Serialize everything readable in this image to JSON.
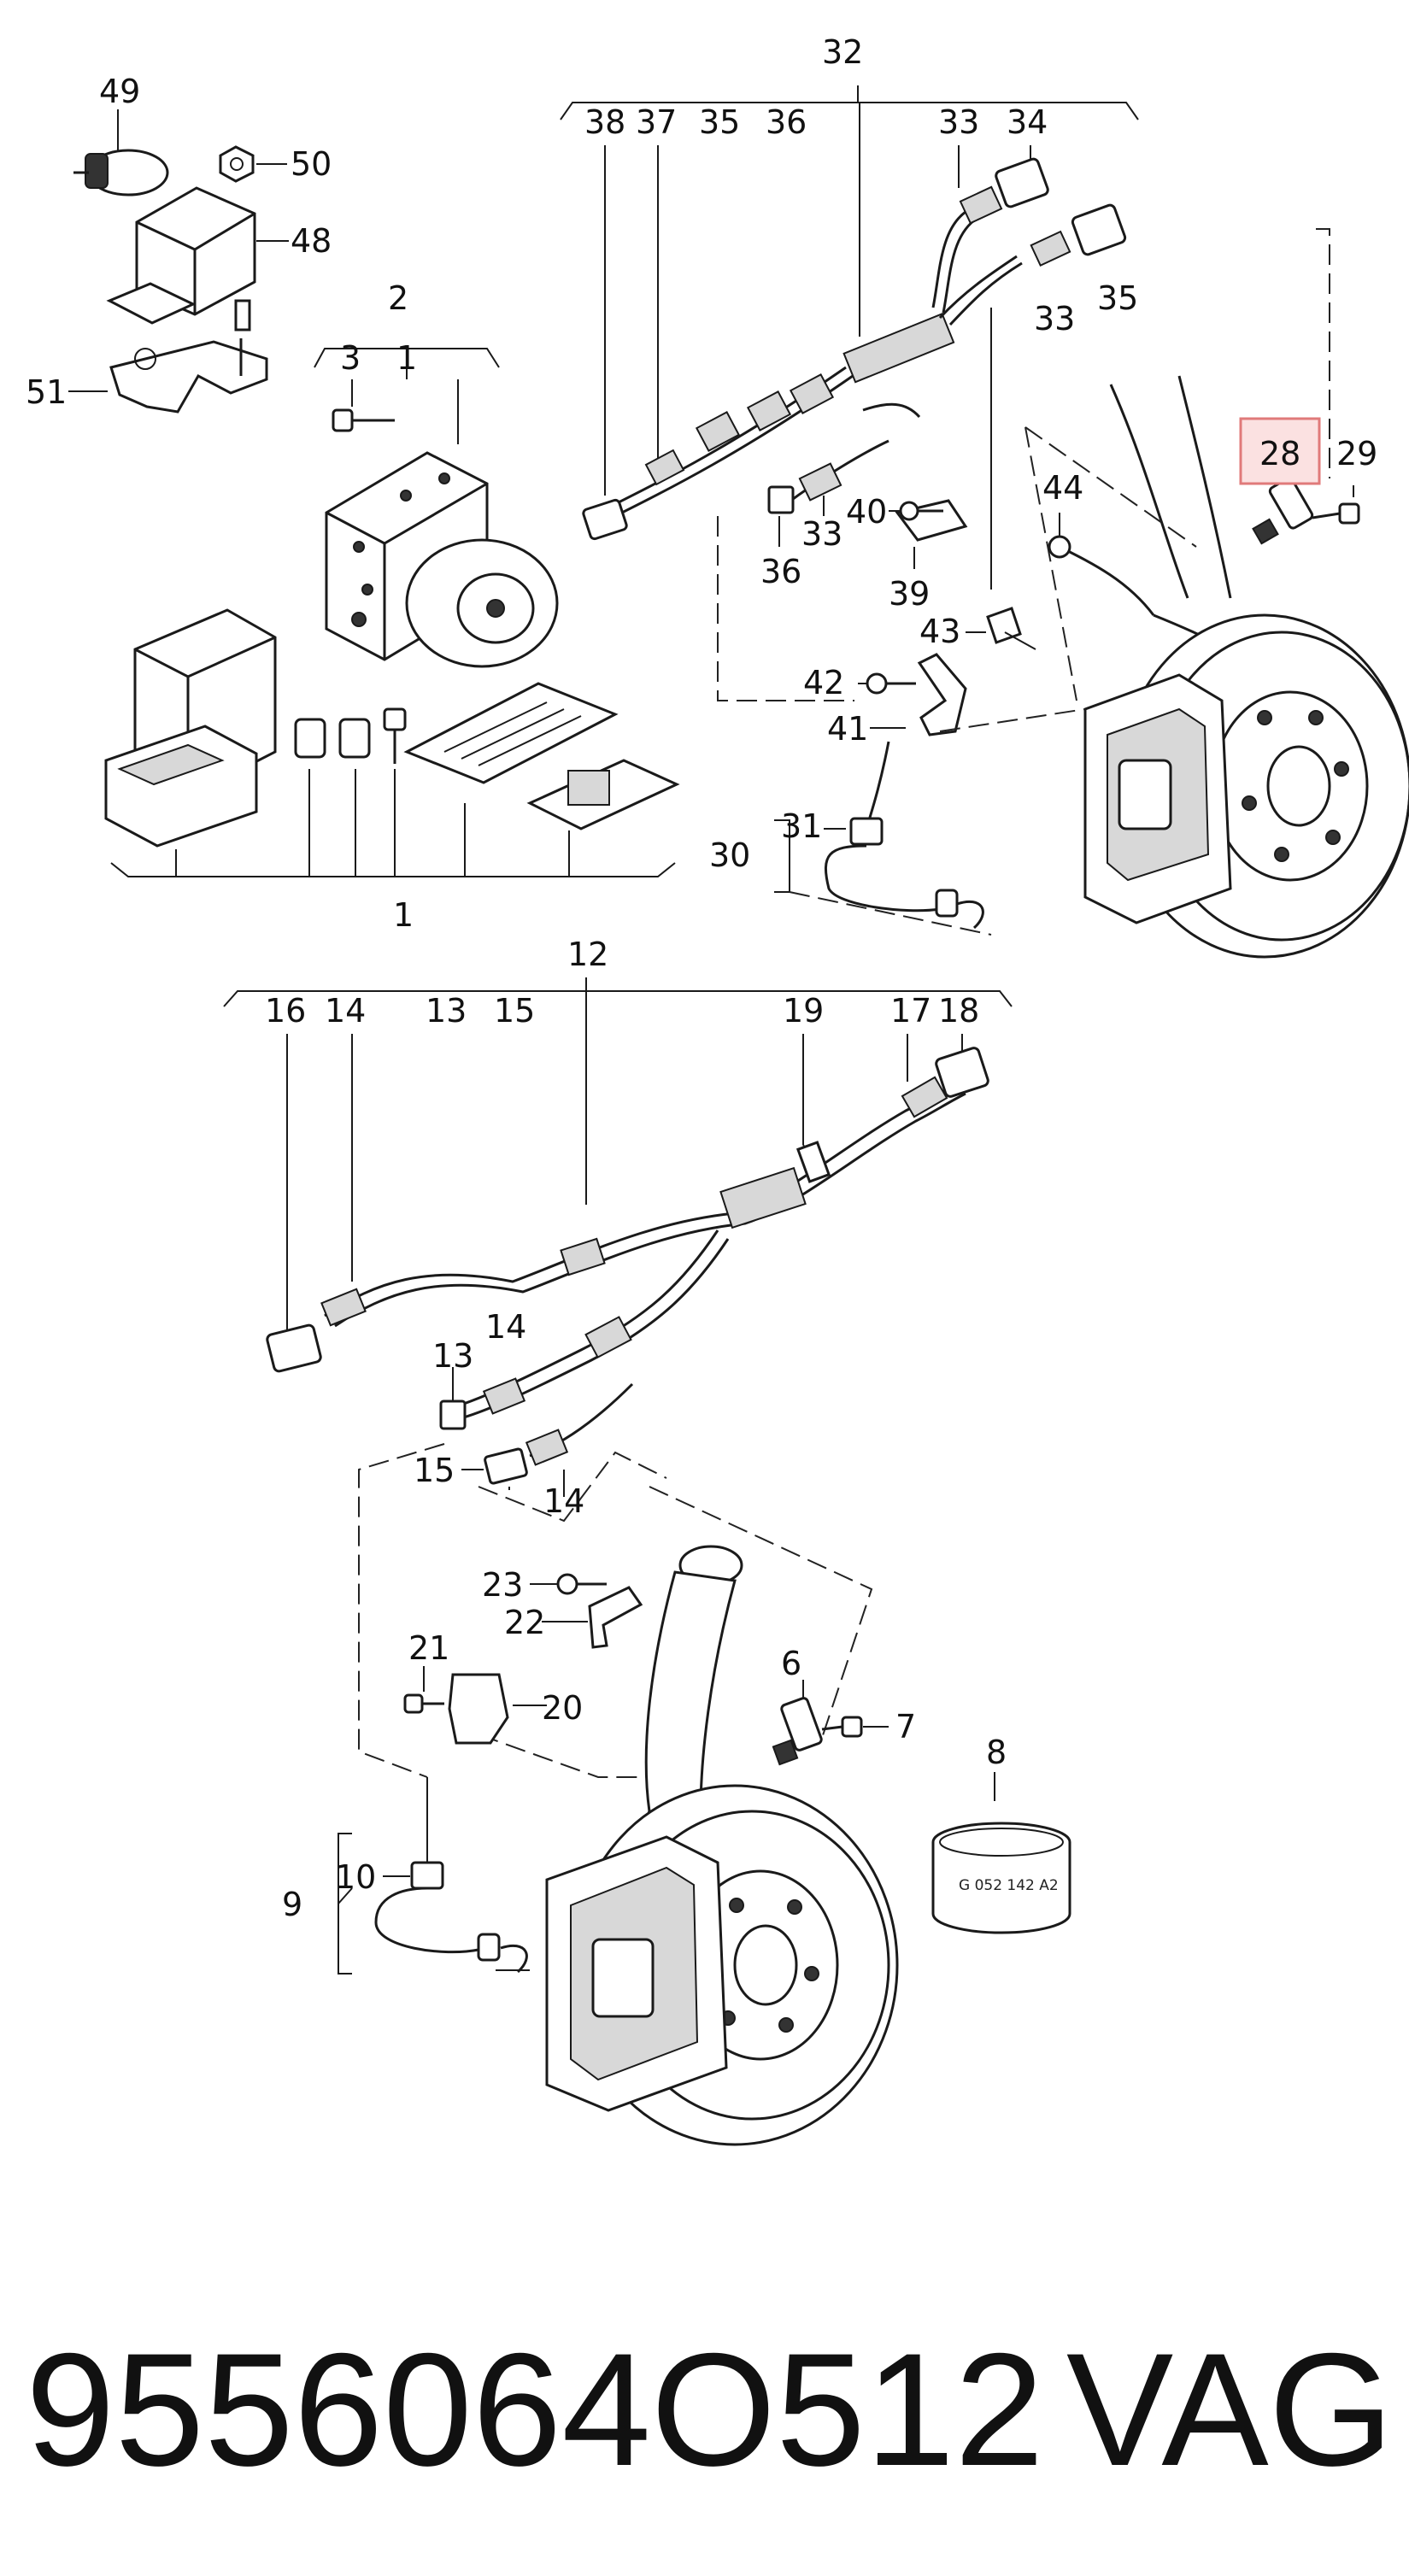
{
  "callouts": {
    "c1": "1",
    "c2": "2",
    "c3": "3",
    "c6": "6",
    "c7": "7",
    "c8": "8",
    "c9": "9",
    "c10": "10",
    "c12": "12",
    "c13": "13",
    "c14": "14",
    "c15": "15",
    "c16": "16",
    "c17": "17",
    "c18": "18",
    "c19": "19",
    "c20": "20",
    "c21": "21",
    "c22": "22",
    "c23": "23",
    "c28": "28",
    "c29": "29",
    "c30": "30",
    "c31": "31",
    "c32": "32",
    "c33": "33",
    "c34": "34",
    "c35": "35",
    "c36": "36",
    "c37": "37",
    "c38": "38",
    "c39": "39",
    "c40": "40",
    "c41": "41",
    "c42": "42",
    "c43": "43",
    "c44": "44",
    "c48": "48",
    "c49": "49",
    "c50": "50",
    "c51": "51"
  },
  "highlighted_callout": "28",
  "grease_can_label": "G 052 142 A2",
  "footer": {
    "part_number": "9556064O512",
    "brand": "VAG"
  },
  "colors": {
    "line": "#1a1a1a",
    "highlight_fill": "#fbe1e1",
    "highlight_border": "#e07a7a"
  }
}
